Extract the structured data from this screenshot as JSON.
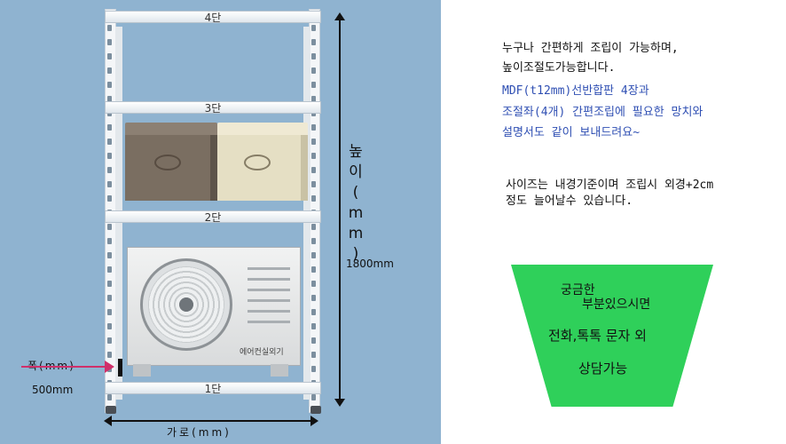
{
  "product_image": {
    "shelf_labels": [
      "4단",
      "3단",
      "2단",
      "1단"
    ],
    "unit_label": "에어컨실외기",
    "height_label": "높이(mm)",
    "height_value": "1800mm",
    "width_label": "가로(mm)",
    "depth_label": "폭(mm)",
    "depth_value": "500mm"
  },
  "description": {
    "line1": "누구나 간편하게 조립이 가능하며,",
    "line2": "높이조절도가능합니다.",
    "line3": "MDF(t12mm)선반합판 4장과",
    "line4": "조절좌(4개) 간편조립에 필요한 망치와",
    "line5": "설명서도 같이 보내드려요~"
  },
  "size_note": {
    "line1": "사이즈는 내경기준이며 조립시 외경+2cm",
    "line2": "정도 늘어날수 있습니다."
  },
  "contact_box": {
    "line1": "궁금한",
    "line2": "부분있으시면",
    "line3": "전화,톡톡 문자 외",
    "line4": "상담가능"
  },
  "colors": {
    "background_left": "#8fb3d0",
    "blue_text": "#2f4fb3",
    "green_box": "#2fd05a",
    "arrow_pink": "#d0306a"
  }
}
